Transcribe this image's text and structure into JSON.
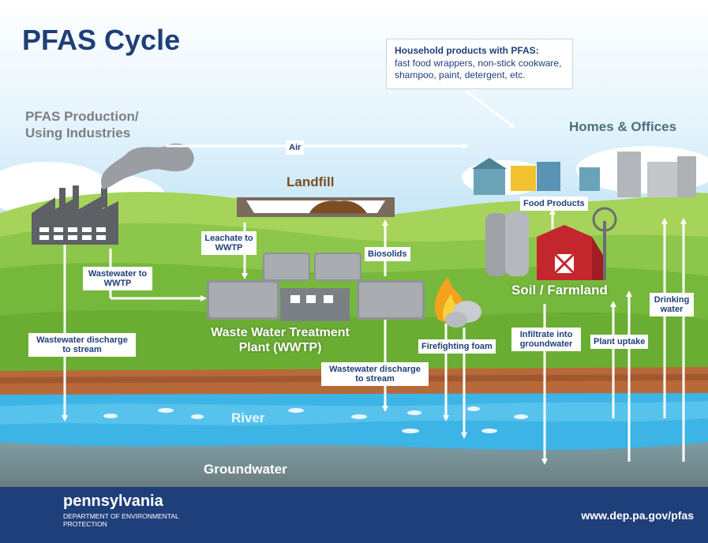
{
  "title": "PFAS Cycle",
  "household": {
    "heading": "Household products with PFAS:",
    "body": "fast food wrappers, non-stick cookware, shampoo, paint, detergent, etc."
  },
  "locations": {
    "production": "PFAS Production/ Using Industries",
    "homes": "Homes & Offices",
    "landfill": "Landfill",
    "soil": "Soil / Farmland",
    "wwtp": "Waste Water Treatment Plant (WWTP)",
    "river": "River",
    "groundwater": "Groundwater"
  },
  "flows": {
    "air": "Air",
    "leachate": "Leachate to WWTP",
    "wastewater_to_wwtp": "Wastewater to WWTP",
    "biosolids": "Biosolids",
    "food_products": "Food Products",
    "discharge_industry": "Wastewater discharge to stream",
    "discharge_wwtp": "Wastewater discharge to stream",
    "firefighting": "Firefighting foam",
    "infiltrate": "Infiltrate into groundwater",
    "plant_uptake": "Plant uptake",
    "drinking_water": "Drinking water"
  },
  "footer": {
    "brand": "pennsylvania",
    "department": "DEPARTMENT OF ENVIRONMENTAL PROTECTION",
    "url": "www.dep.pa.gov/pfas"
  },
  "colors": {
    "navy": "#1f3f7a",
    "sky": "#cfeaf8",
    "grass": "#7cc043",
    "river": "#3db4e6",
    "soil": "#b8693a"
  }
}
